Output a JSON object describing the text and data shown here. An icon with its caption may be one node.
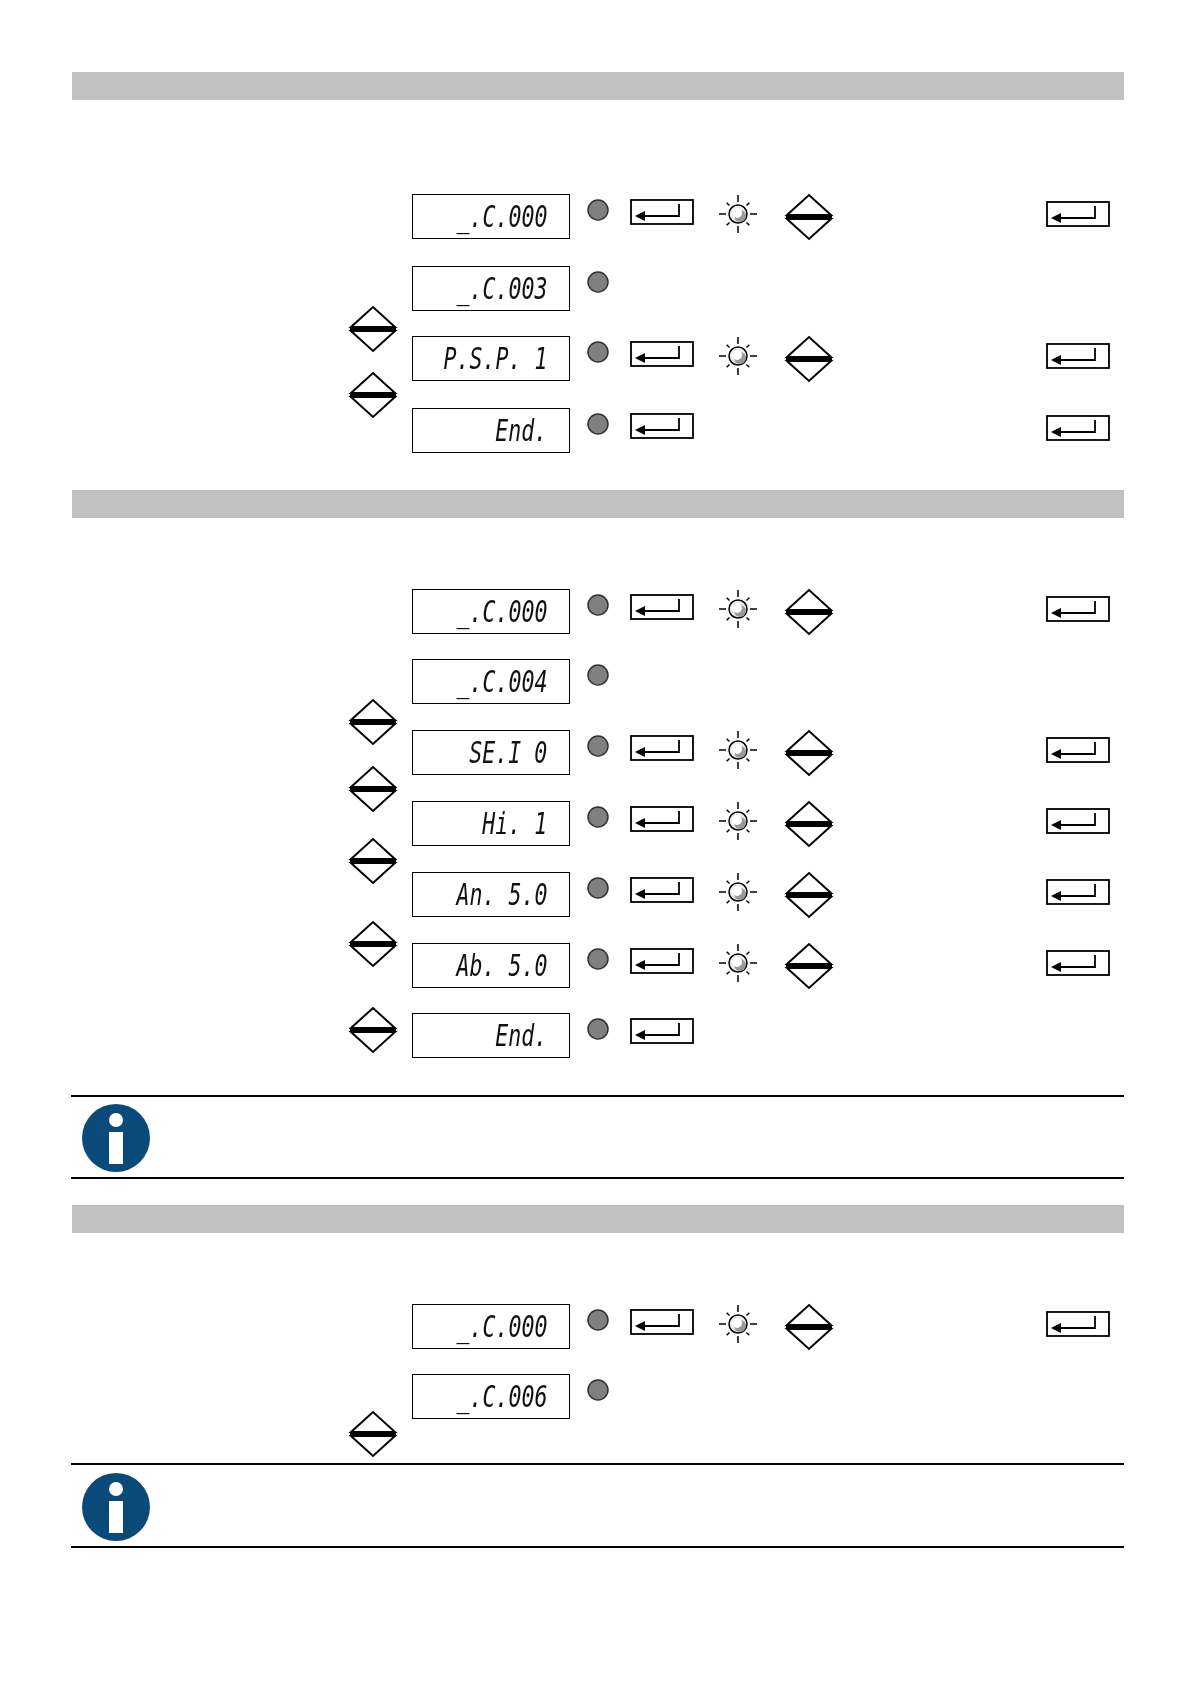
{
  "diagram": {
    "nodes": [
      {
        "text": [
          "_.C.000"
        ]
      },
      {
        "text": [
          "_.C.003"
        ]
      },
      {
        "text": [
          "P.S.P. 1"
        ]
      },
      {
        "text": [
          "End."
        ]
      },
      {
        "text": [
          "_.C.000"
        ]
      },
      {
        "text": [
          "_.C.004"
        ]
      },
      {
        "text": [
          "SE.I 0"
        ]
      },
      {
        "text": [
          "Hi. 1"
        ]
      },
      {
        "text": [
          "An. 5.0"
        ]
      },
      {
        "text": [
          "Ab. 5.0"
        ]
      },
      {
        "text": [
          "End."
        ]
      },
      {
        "text": [
          "_.C.000"
        ]
      },
      {
        "text": [
          "_.C.006"
        ]
      }
    ]
  }
}
